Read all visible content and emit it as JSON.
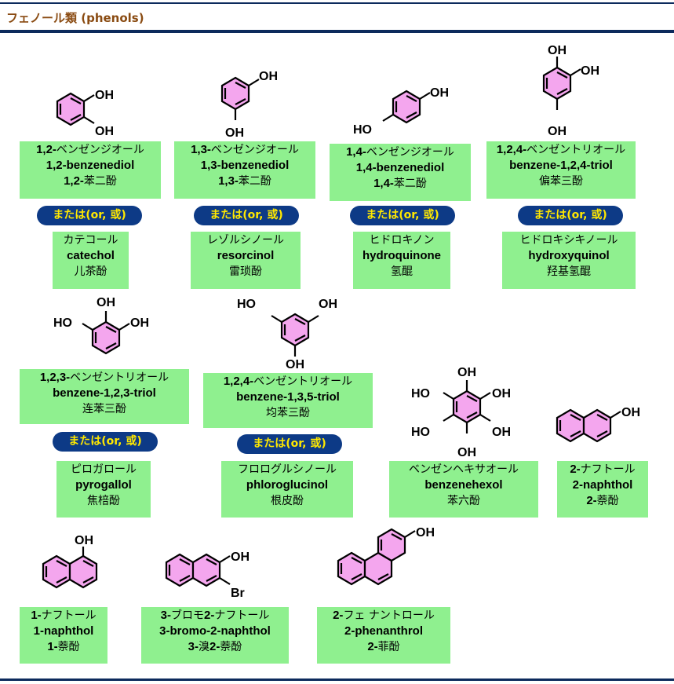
{
  "title": "フェノール類 (phenols)",
  "or_label": "または(or, 或)",
  "compounds": [
    {
      "sys_jp": "ベンゼンジオール",
      "sys_en": "1,2-benzenediol",
      "sys_cn": "苯二酚",
      "prefix": "1,2-",
      "common_jp": "カテコール",
      "common_en": "catechol",
      "common_cn": "儿茶酚"
    },
    {
      "sys_jp": "ベンゼンジオール",
      "sys_en": "1,3-benzenediol",
      "sys_cn": "苯二酚",
      "prefix": "1,3-",
      "common_jp": "レゾルシノール",
      "common_en": "resorcinol",
      "common_cn": "雷琐酚"
    },
    {
      "sys_jp": "ベンゼンジオール",
      "sys_en": "1,4-benzenediol",
      "sys_cn": "苯二酚",
      "prefix": "1,4-",
      "common_jp": "ヒドロキノン",
      "common_en": "hydroquinone",
      "common_cn": "氢醌"
    },
    {
      "sys_jp": "ベンゼントリオール",
      "sys_en": "benzene-1,2,4-triol",
      "sys_cn": "偏苯三酚",
      "prefix": "1,2,4-",
      "common_jp": "ヒドロキシキノール",
      "common_en": "hydroxyquinol",
      "common_cn": "羟基氢醌"
    },
    {
      "sys_jp": "ベンゼントリオール",
      "sys_en": "benzene-1,2,3-triol",
      "sys_cn": "连苯三酚",
      "prefix": "1,2,3-",
      "common_jp": "ピロガロール",
      "common_en": "pyrogallol",
      "common_cn": "焦棓酚"
    },
    {
      "sys_jp": "ベンゼントリオール",
      "sys_en": "benzene-1,3,5-triol",
      "sys_cn": "均苯三酚",
      "prefix": "1,2,4-",
      "common_jp": "フロログルシノール",
      "common_en": "phloroglucinol",
      "common_cn": "根皮酚"
    },
    {
      "name_jp": "ベンゼンヘキサオール",
      "name_en": "benzenehexol",
      "name_cn": "苯六酚"
    },
    {
      "prefix": "2-",
      "name_jp": "ナフトール",
      "name_en": "2-naphthol",
      "name_cn": "萘酚"
    },
    {
      "prefix": "1-",
      "name_jp": "ナフトール",
      "name_en": "1-naphthol",
      "name_cn": "萘酚"
    },
    {
      "prefix": "3-",
      "part1_jp": "ブロモ",
      "prefix2": "2-",
      "part2_jp": "ナフトール",
      "name_en": "3-bromo-2-naphthol",
      "cn1": "溴",
      "cn2": "萘酚"
    },
    {
      "prefix": "2-",
      "name_jp": "フェ ナントロール",
      "name_en": "2-phenanthrol",
      "name_cn": "菲酚"
    }
  ],
  "labels": {
    "oh": "OH",
    "ho": "HO",
    "br": "Br"
  },
  "colors": {
    "ring_fill": "#f4a6ee",
    "box_bg": "#8ff08f",
    "pill_bg": "#0d3a86",
    "pill_text": "#ffe800",
    "title": "#8a4b12",
    "rule": "#0c2a5c"
  }
}
